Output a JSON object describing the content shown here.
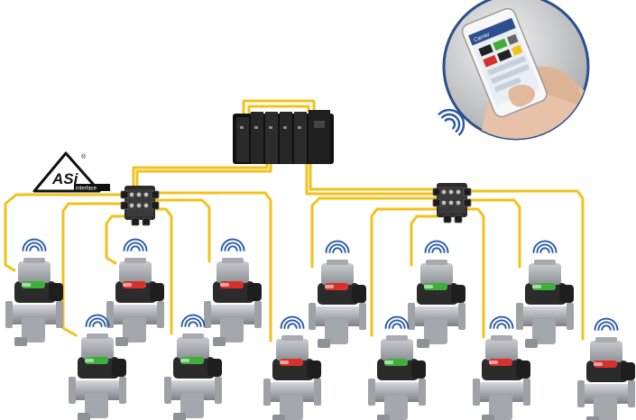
{
  "logo": {
    "mark": "ASi",
    "sub": "interface",
    "reg": "®"
  },
  "phone": {
    "operator": "Carrier"
  },
  "colors": {
    "cable": "#f2c21a",
    "wifi": "#2a5aa8",
    "status_green": "#3fae3a",
    "status_red": "#d8302a",
    "controller": "#1c1c1c",
    "valve_metal": "#b9bcc0",
    "actuator": "#2b2b2b"
  },
  "icons": {
    "wireless": "wifi-signal-icon",
    "controller": "plc-controller-icon",
    "hub": "asi-hub-icon",
    "valve": "valve-actuator-icon"
  },
  "network": {
    "left_hub": {
      "valves": [
        {
          "status": "green"
        },
        {
          "status": "red"
        },
        {
          "status": "red"
        },
        {
          "status": "green"
        },
        {
          "status": "green"
        },
        {
          "status": "red"
        }
      ]
    },
    "right_hub": {
      "valves": [
        {
          "status": "red"
        },
        {
          "status": "green"
        },
        {
          "status": "green"
        },
        {
          "status": "green"
        },
        {
          "status": "red"
        },
        {
          "status": "red"
        }
      ]
    }
  }
}
